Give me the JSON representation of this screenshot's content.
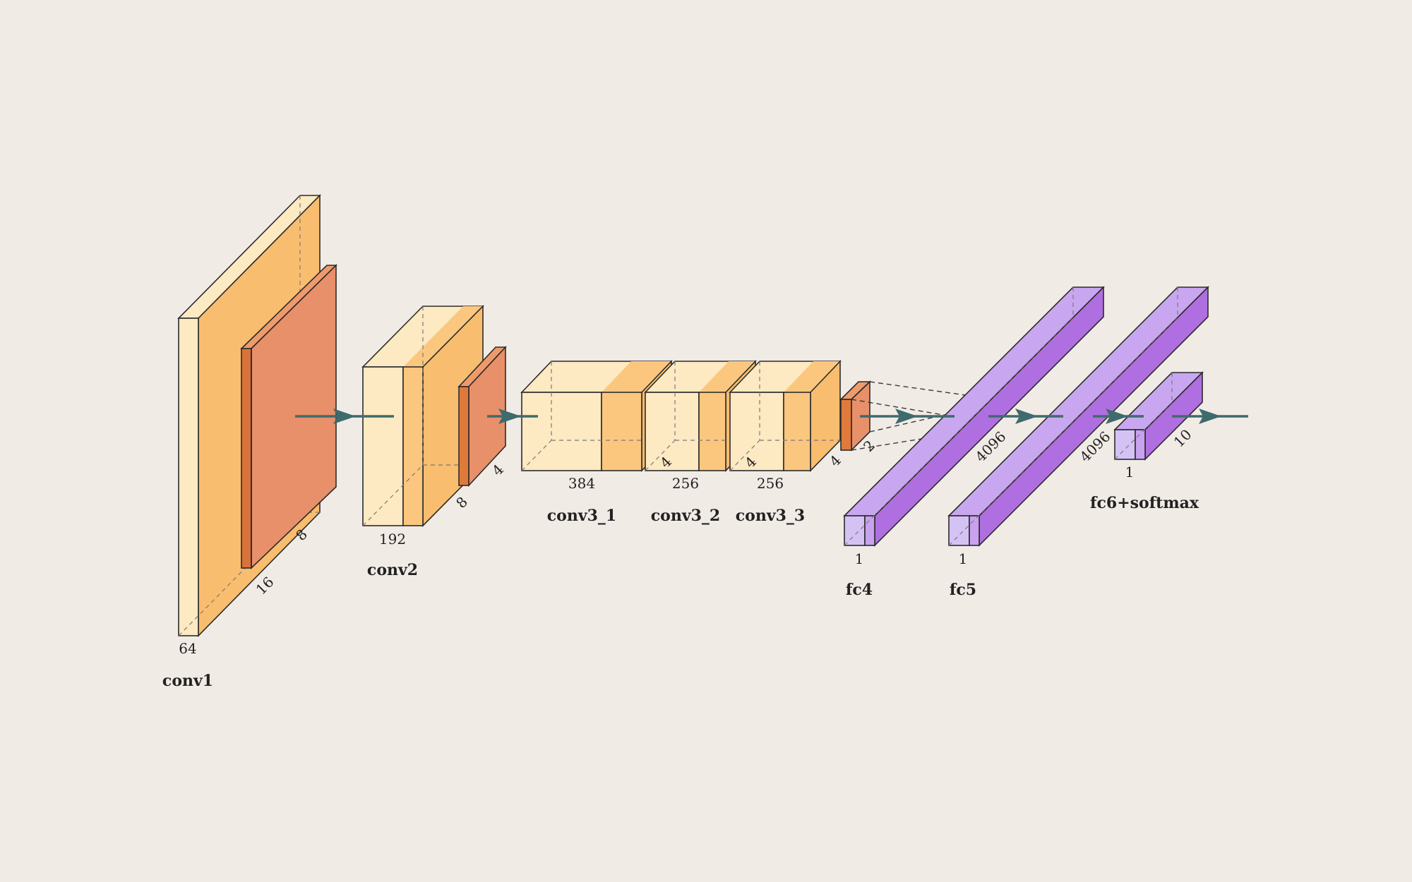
{
  "layers": {
    "conv1": {
      "caption": "conv1",
      "channels": "64",
      "size": "16",
      "pool_size": "8"
    },
    "conv2": {
      "caption": "conv2",
      "channels": "192",
      "size": "8",
      "pool_size": "4"
    },
    "conv3_1": {
      "caption": "conv3_1",
      "channels": "384"
    },
    "conv3_2": {
      "caption": "conv3_2",
      "channels": "256",
      "size": "4"
    },
    "conv3_3": {
      "caption": "conv3_3",
      "channels": "256",
      "size": "4",
      "size_out": "4",
      "pool_size": "2"
    },
    "fc4": {
      "caption": "fc4",
      "width": "1",
      "units": "4096"
    },
    "fc5": {
      "caption": "fc5",
      "width": "1",
      "units": "4096"
    },
    "fc6": {
      "caption": "fc6+softmax",
      "width": "1",
      "units": "10"
    }
  },
  "colors": {
    "background": "#f1ebe6",
    "conv_light": "#fde9c2",
    "conv_main": "#fbc77f",
    "conv_side": "#f6b866",
    "pool_front": "#e87f3c",
    "pool_side": "#e78c5f",
    "fc_front": "#d5c2f5",
    "fc_top": "#c9a7f0",
    "fc_side": "#b06fe0",
    "arrow": "#3e6b6d"
  }
}
